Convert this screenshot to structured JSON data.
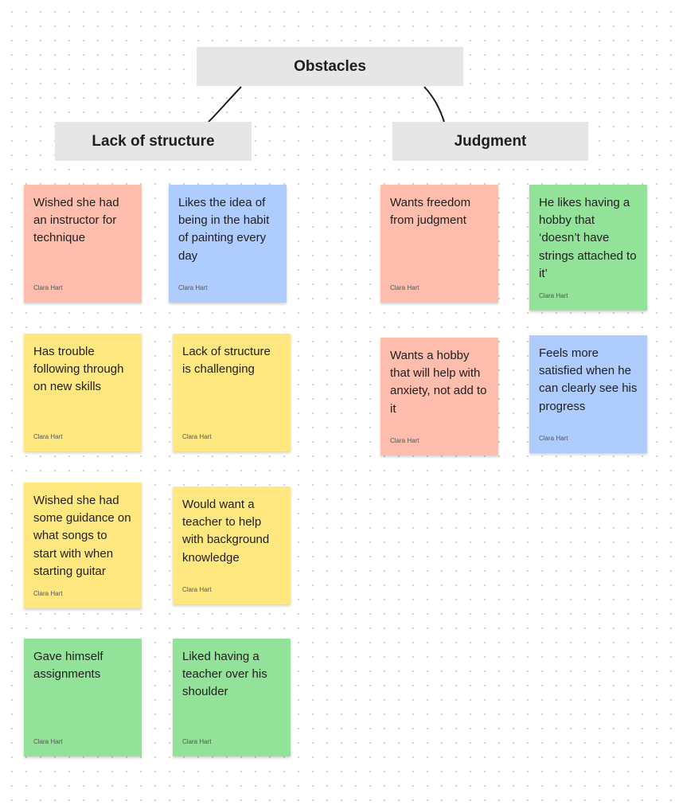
{
  "root": {
    "title": "Obstacles"
  },
  "groups": [
    {
      "title": "Lack of structure"
    },
    {
      "title": "Judgment"
    }
  ],
  "colors": {
    "red": "#ffbdad",
    "blue": "#afccff",
    "yellow": "#ffe880",
    "green": "#93e299",
    "header": "#e6e6e6"
  },
  "notes": [
    {
      "text": "Wished she had an instructor for technique",
      "author": "Clara Hart",
      "color": "red"
    },
    {
      "text": "Likes the idea of being in the habit of painting every day",
      "author": "Clara Hart",
      "color": "blue"
    },
    {
      "text": "Has trouble following through on new skills",
      "author": "Clara Hart",
      "color": "yellow"
    },
    {
      "text": "Lack of structure is challenging",
      "author": "Clara Hart",
      "color": "yellow"
    },
    {
      "text": "Wished she had some guidance on what songs to start with when starting guitar",
      "author": "Clara Hart",
      "color": "yellow"
    },
    {
      "text": "Would want a teacher to help with background knowledge",
      "author": "Clara Hart",
      "color": "yellow"
    },
    {
      "text": "Gave himself assignments",
      "author": "Clara Hart",
      "color": "green"
    },
    {
      "text": "Liked having a teacher over his shoulder",
      "author": "Clara Hart",
      "color": "green"
    },
    {
      "text": "Wants freedom from judgment",
      "author": "Clara Hart",
      "color": "red"
    },
    {
      "text": "He likes having a hobby that ‘doesn’t have strings attached to it’",
      "author": "Clara Hart",
      "color": "green"
    },
    {
      "text": "Wants a hobby that will help with anxiety, not add to it",
      "author": "Clara Hart",
      "color": "red"
    },
    {
      "text": "Feels more satisfied when he can clearly see his progress",
      "author": "Clara Hart",
      "color": "blue"
    }
  ]
}
